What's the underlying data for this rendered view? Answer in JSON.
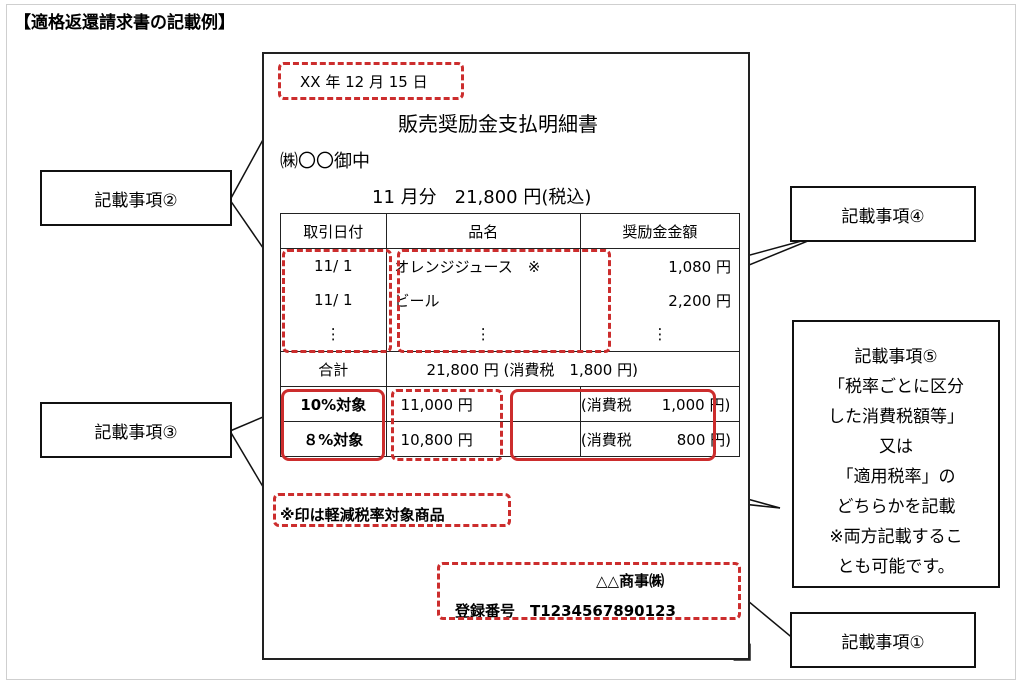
{
  "heading": "【適格返還請求書の記載例】",
  "document": {
    "date": "XX 年 12 月 15 日",
    "title": "販売奨励金支払明細書",
    "addressee": "㈱〇〇御中",
    "period_total": "11 月分　21,800 円(税込)",
    "table": {
      "headers": [
        "取引日付",
        "品名",
        "奨励金金額"
      ],
      "rows": [
        [
          "11/ 1",
          "オレンジジュース　※",
          "1,080 円"
        ],
        [
          "11/ 1",
          "ビール",
          "2,200 円"
        ],
        [
          "⋮",
          "⋮",
          "⋮"
        ]
      ],
      "total_label": "合計",
      "total_value": "21,800 円 (消費税　1,800 円)",
      "rate_rows": [
        [
          "10%対象",
          "11,000 円",
          "(消費税　　1,000 円)"
        ],
        [
          "８%対象",
          "10,800 円",
          "(消費税　　　800 円)"
        ]
      ]
    },
    "note": "※印は軽減税率対象商品",
    "issuer": "△△商事㈱",
    "registration": "登録番号　T1234567890123"
  },
  "callouts": {
    "item1": "記載事項①",
    "item2": "記載事項②",
    "item3": "記載事項③",
    "item4": "記載事項④",
    "item5_lines": [
      "記載事項⑤",
      "「税率ごとに区分",
      "した消費税額等」",
      "又は",
      "「適用税率」の",
      "どちらかを記載",
      "※両方記載するこ",
      "とも可能です。"
    ]
  },
  "colors": {
    "highlight": "#cc2d2d",
    "border": "#222222"
  }
}
